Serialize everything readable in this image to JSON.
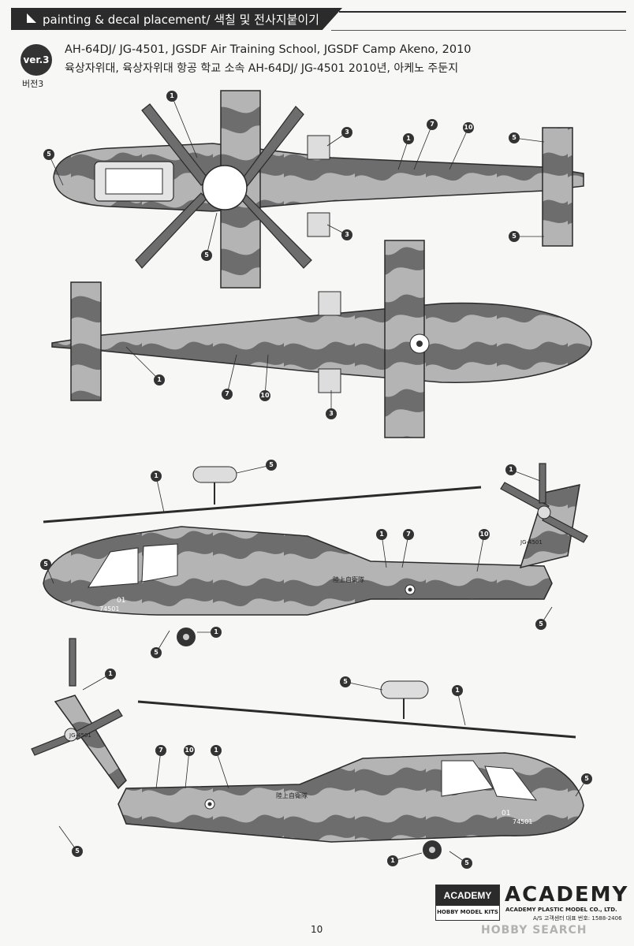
{
  "header": {
    "title": "painting & decal placement/ 색칠 및 전사지붙이기"
  },
  "version": {
    "badge": "ver.3",
    "sub_label": "버전3"
  },
  "description": {
    "english": "AH-64DJ/ JG-4501, JGSDF Air Training School, JGSDF Camp Akeno, 2010",
    "korean": "육상자위대, 육상자위대 항공 학교 소속 AH-64DJ/ JG-4501 2010년, 아케노 주둔지"
  },
  "markings": {
    "serial_side": "74501",
    "serial_tail": "JG-4501",
    "nose_number": "01",
    "unit_text": "陸上自衛隊"
  },
  "callouts": {
    "c1": "1",
    "c3": "3",
    "c5": "5",
    "c7": "7",
    "c10": "10"
  },
  "footer": {
    "academy_small_top": "ACADEMY",
    "academy_small_bottom": "HOBBY MODEL KITS",
    "academy_big": "ACADEMY",
    "company": "ACADEMY PLASTIC MODEL CO., LTD.",
    "service": "A/S 고객센터 대표 번호: 1588-2406",
    "page_number": "10",
    "watermark": "HOBBY SEARCH"
  },
  "colors": {
    "camo_light": "#b4b4b4",
    "camo_dark": "#6d6d6d",
    "outline": "#2a2a2a",
    "header_bg": "#2b2b2b"
  }
}
